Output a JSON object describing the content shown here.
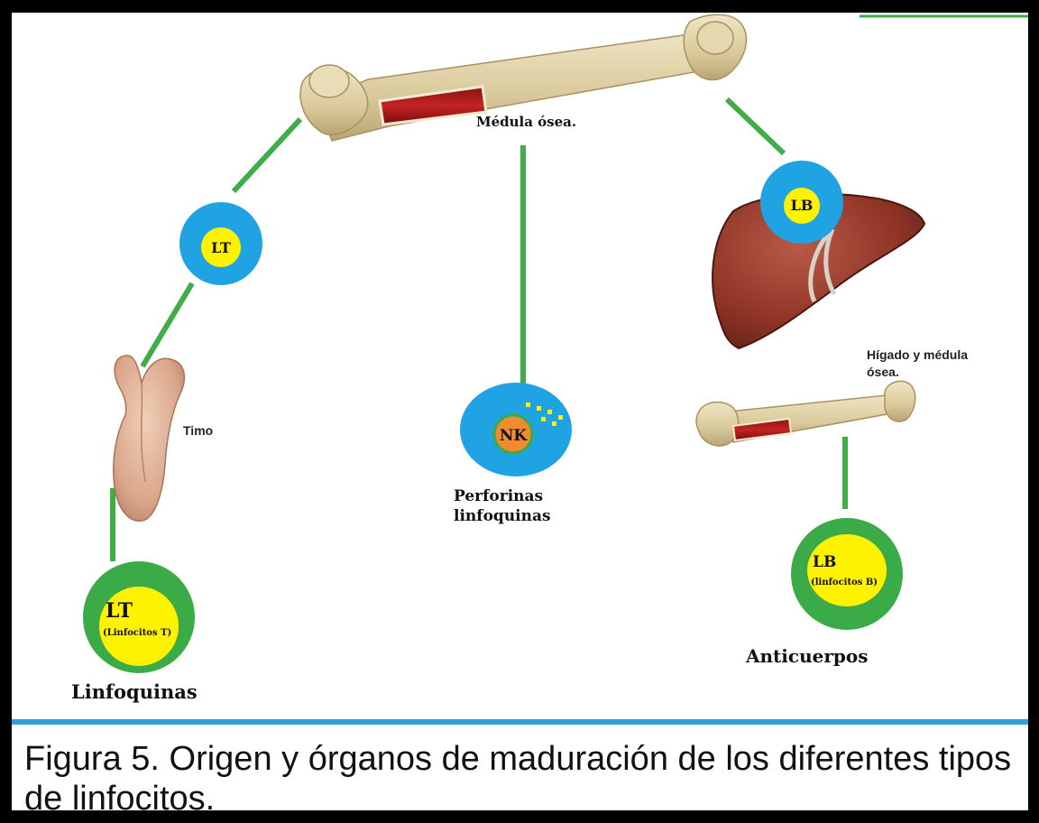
{
  "diagram": {
    "bone_marrow_label": "Médula ósea.",
    "lt_precursor_label": "LT",
    "lb_precursor_label": "LB",
    "thymus_label": "Timo",
    "liver_label_line1": "Hígado y médula",
    "liver_label_line2": "ósea.",
    "nk_label": "NK",
    "nk_products_line1": "Perforinas",
    "nk_products_line2": "linfoquinas",
    "lt_mature_label": "LT",
    "lt_mature_sub": "(Linfocitos T)",
    "lt_products": "Linfoquinas",
    "lb_mature_label": "LB",
    "lb_mature_sub": "(linfocitos B)",
    "lb_products": "Anticuerpos"
  },
  "caption": "Figura 5. Origen y órganos de maduración de los diferentes tipos de linfocitos.",
  "colors": {
    "connector": "#3fae49",
    "outer_blue": "#1fa3e3",
    "outer_green": "#3aab47",
    "inner_yellow": "#fff200",
    "nk_orange": "#f28b30",
    "divider": "#2f9fe0"
  }
}
